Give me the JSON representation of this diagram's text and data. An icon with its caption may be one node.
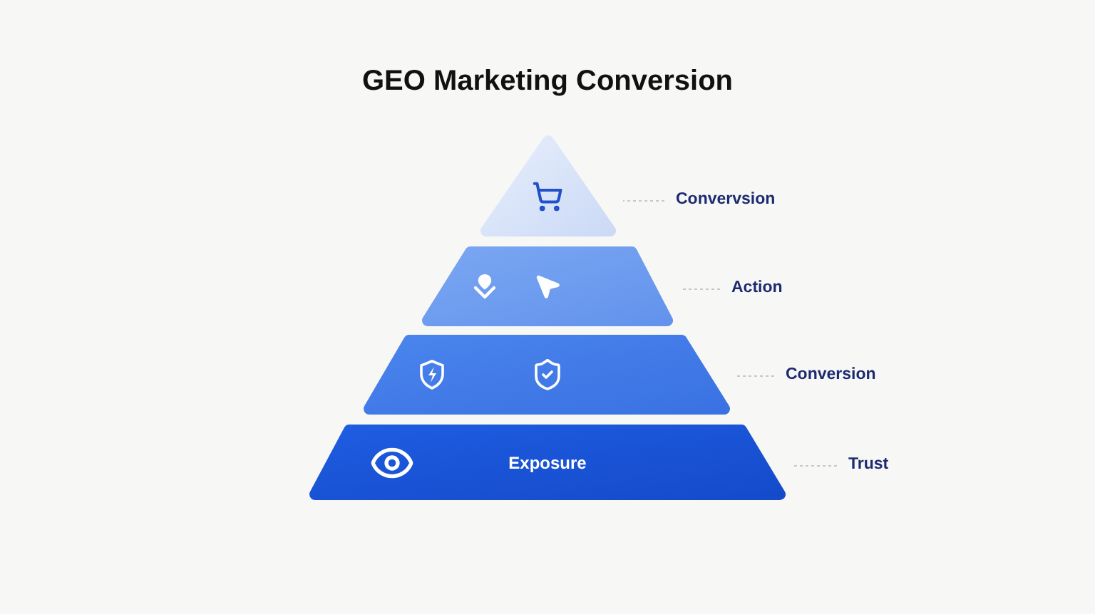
{
  "diagram": {
    "title": "GEO Marketing Conversion",
    "nodes": [
      {
        "text": [],
        "shape": "triangle"
      },
      {
        "text": [],
        "shape": "trapezoid"
      },
      {
        "text": [],
        "shape": "trapezoid"
      },
      {
        "text": [
          "Exposure"
        ]
      },
      {
        "text": [
          "Convervsion"
        ]
      },
      {
        "text": [
          "Action"
        ]
      },
      {
        "text": [
          "Conversion"
        ]
      },
      {
        "text": [
          "Trust"
        ]
      }
    ],
    "edges": [
      {
        "from": 4,
        "to": 0,
        "arrow": "none",
        "style": "dashed"
      },
      {
        "from": 5,
        "to": 1,
        "arrow": "none",
        "style": "dashed"
      },
      {
        "from": 6,
        "to": 2,
        "arrow": "none",
        "style": "dashed"
      },
      {
        "from": 7,
        "to": 3,
        "arrow": "none",
        "style": "dashed"
      }
    ]
  }
}
